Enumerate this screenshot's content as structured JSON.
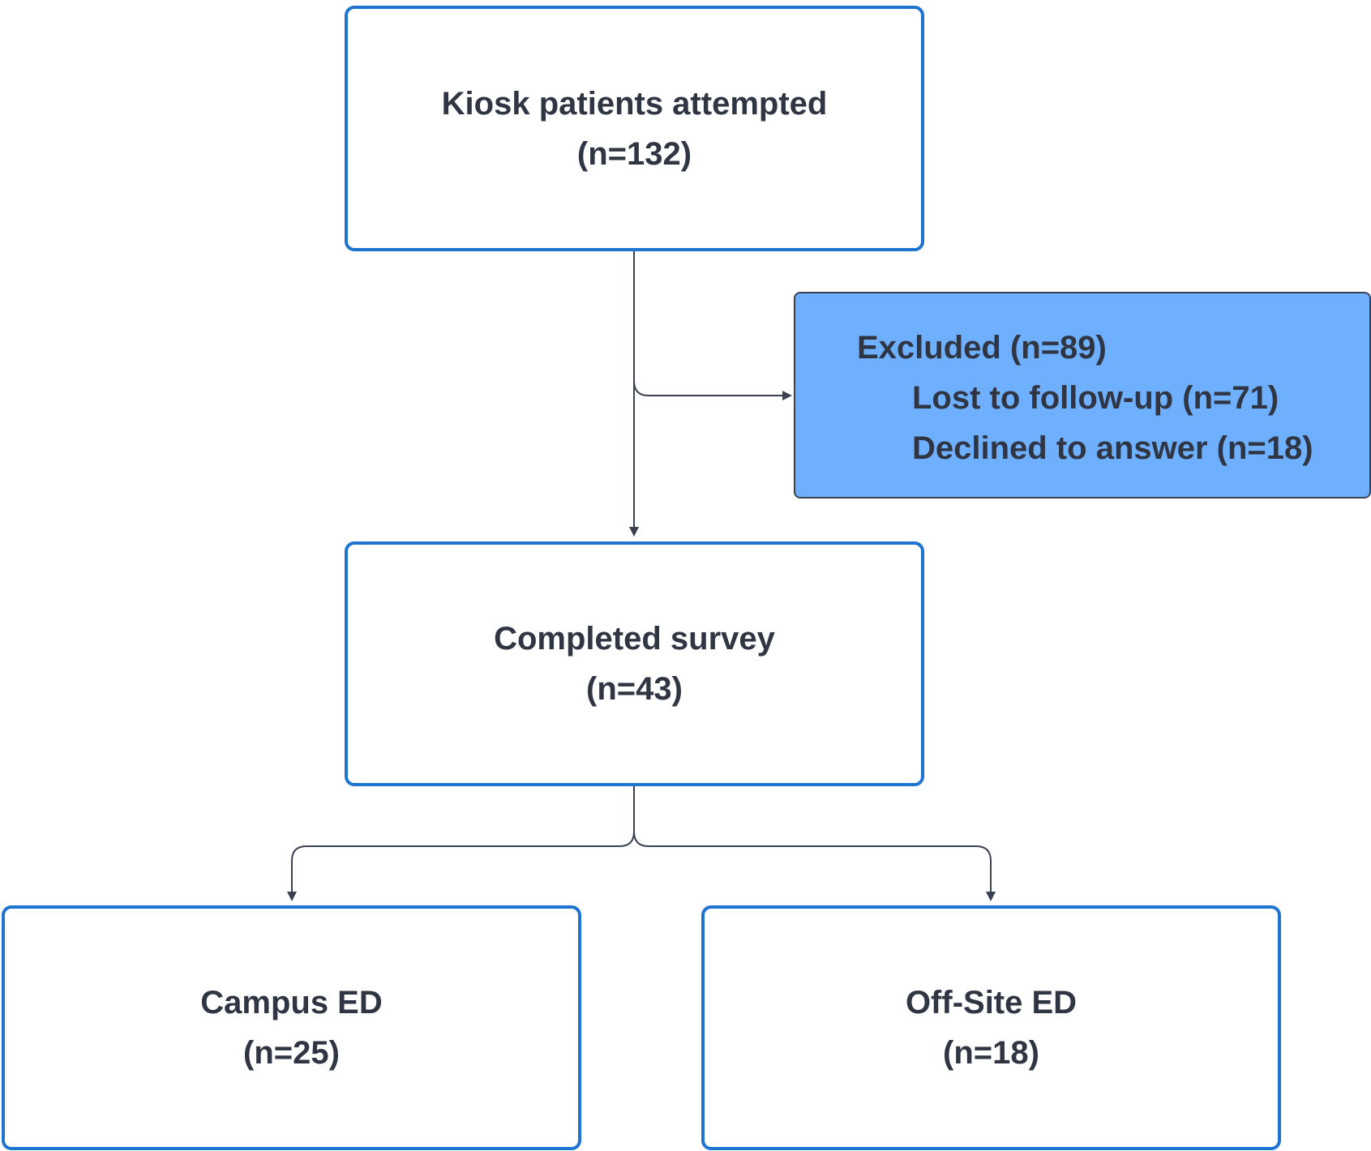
{
  "nodes": {
    "attempted": {
      "label": "Kiosk patients attempted",
      "count": "(n=132)"
    },
    "excluded": {
      "title": "Excluded (n=89)",
      "reasons": [
        "Lost to follow-up (n=71)",
        "Declined to answer (n=18)"
      ]
    },
    "completed": {
      "label": "Completed survey",
      "count": "(n=43)"
    },
    "campus": {
      "label": "Campus ED",
      "count": "(n=25)"
    },
    "offsite": {
      "label": "Off-Site ED",
      "count": "(n=18)"
    }
  },
  "colors": {
    "box_border": "#1f73d1",
    "excluded_fill": "#6eb0fd",
    "text": "#2f3542",
    "connector": "#3a4150"
  }
}
